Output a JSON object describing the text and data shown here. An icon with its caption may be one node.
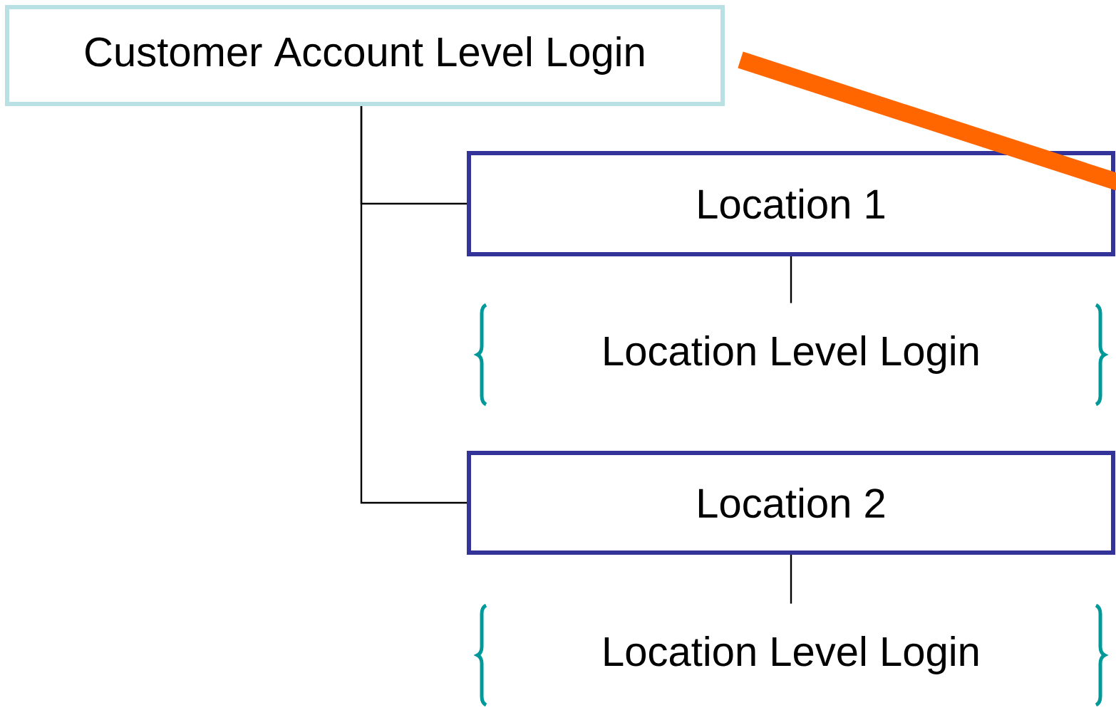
{
  "diagram": {
    "nodes": [
      {
        "text": [
          "Customer Account Level Login"
        ]
      },
      {
        "text": [
          "Location 1"
        ]
      },
      {
        "text": [
          "Location Level Login"
        ]
      },
      {
        "text": [
          "Location 2"
        ]
      },
      {
        "text": [
          "Location Level Login"
        ]
      }
    ],
    "edges": [
      {
        "from": 0,
        "to": 1,
        "arrow": "none"
      },
      {
        "from": 0,
        "to": 3,
        "arrow": "none"
      },
      {
        "from": 1,
        "to": 2,
        "arrow": "none"
      },
      {
        "from": 3,
        "to": 4,
        "arrow": "none"
      },
      {
        "from": 0,
        "to": null,
        "arrow": "none",
        "style": "thick",
        "color": "#ff6600"
      }
    ]
  }
}
